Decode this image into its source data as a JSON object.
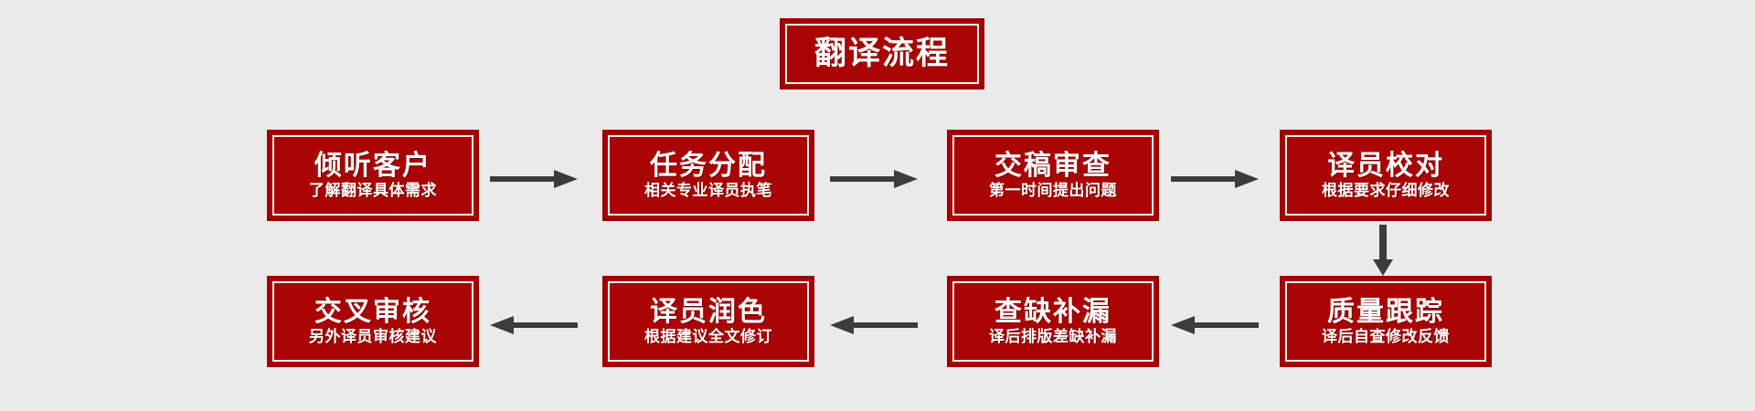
{
  "diagram": {
    "title": "翻译流程",
    "background_color": "#eaeaea",
    "node_fill_color": "#aa0505",
    "node_border_color": "#9c0000",
    "node_inner_border_color": "#f3eeee",
    "text_color": "#ffffff",
    "arrow_color": "#3c3c3c"
  },
  "steps": [
    {
      "index": 1,
      "heading": "倾听客户",
      "sub": "了解翻译具体需求"
    },
    {
      "index": 2,
      "heading": "任务分配",
      "sub": "相关专业译员执笔"
    },
    {
      "index": 3,
      "heading": "交稿审查",
      "sub": "第一时间提出问题"
    },
    {
      "index": 4,
      "heading": "译员校对",
      "sub": "根据要求仔细修改"
    },
    {
      "index": 5,
      "heading": "质量跟踪",
      "sub": "译后自查修改反馈"
    },
    {
      "index": 6,
      "heading": "查缺补漏",
      "sub": "译后排版差缺补漏"
    },
    {
      "index": 7,
      "heading": "译员润色",
      "sub": "根据建议全文修订"
    },
    {
      "index": 8,
      "heading": "交叉审核",
      "sub": "另外译员审核建议"
    }
  ],
  "connectors": [
    {
      "name": "arrow-step1-to-step2",
      "direction": "right"
    },
    {
      "name": "arrow-step2-to-step3",
      "direction": "right"
    },
    {
      "name": "arrow-step3-to-step4",
      "direction": "right"
    },
    {
      "name": "arrow-step4-to-step5",
      "direction": "down"
    },
    {
      "name": "arrow-step5-to-step6",
      "direction": "left"
    },
    {
      "name": "arrow-step6-to-step7",
      "direction": "left"
    },
    {
      "name": "arrow-step7-to-step8",
      "direction": "left"
    }
  ]
}
